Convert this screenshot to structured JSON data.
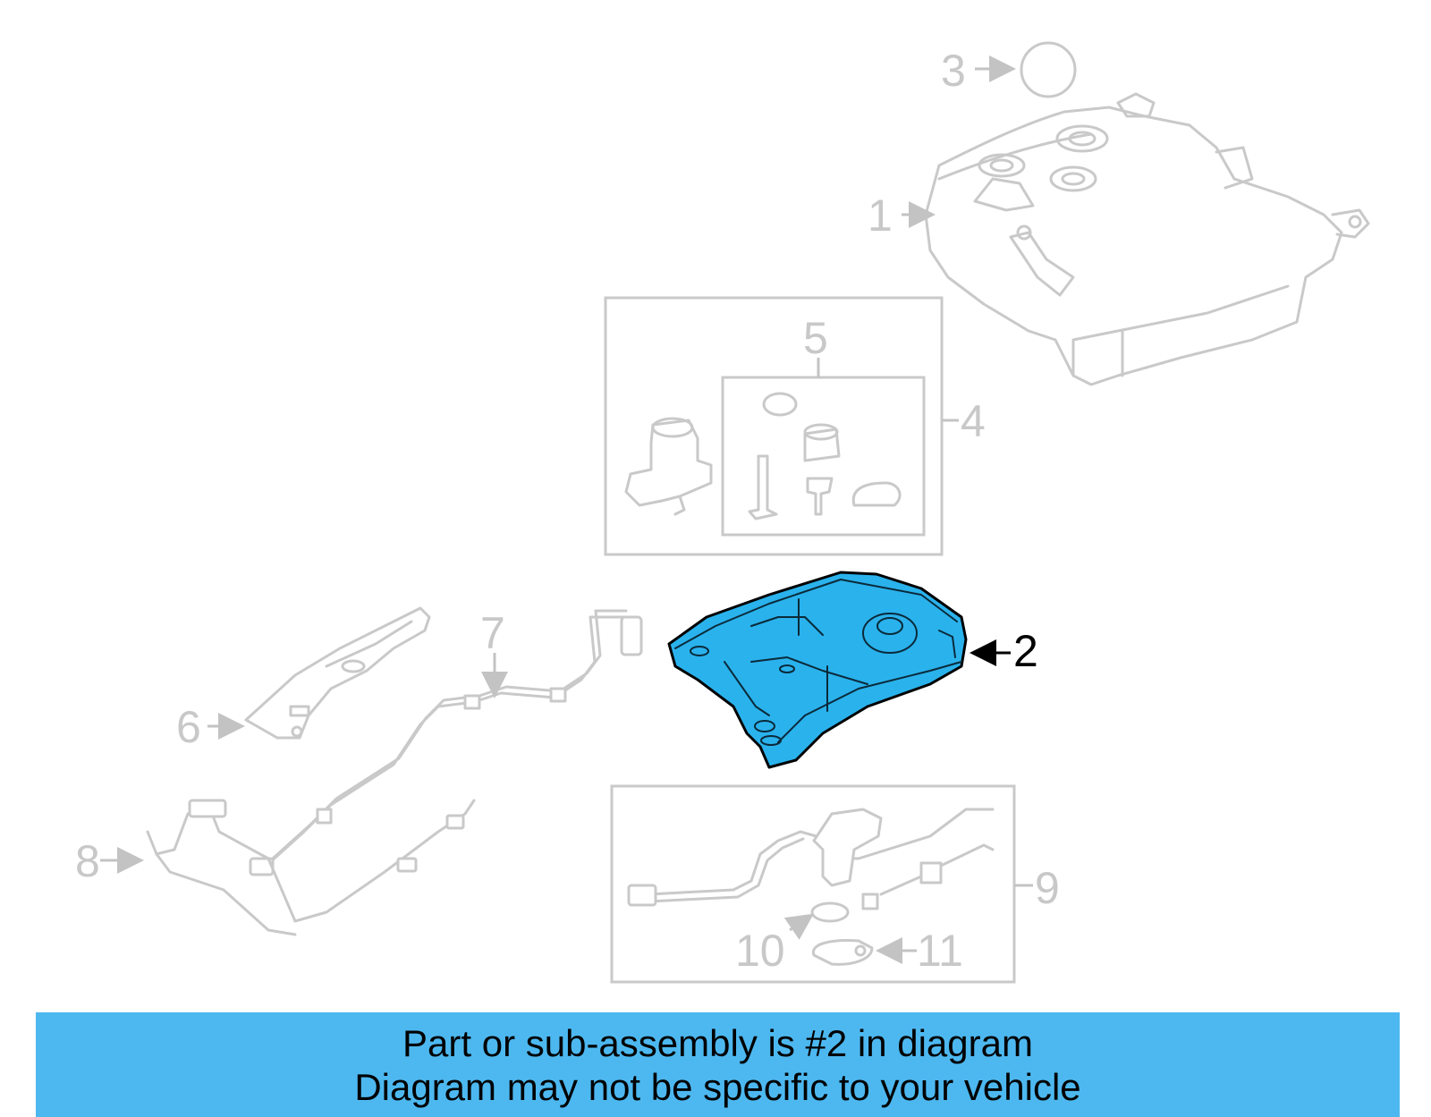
{
  "callouts": {
    "c1": "1",
    "c2": "2",
    "c3": "3",
    "c4": "4",
    "c5": "5",
    "c6": "6",
    "c7": "7",
    "c8": "8",
    "c9": "9",
    "c10": "10",
    "c11": "11"
  },
  "highlight": {
    "part_number": "2",
    "color": "#2ab2ec"
  },
  "banner": {
    "line1": "Part or sub-assembly is #2 in diagram",
    "line2": "Diagram may not be specific to your vehicle",
    "color": "#4db8f0"
  }
}
